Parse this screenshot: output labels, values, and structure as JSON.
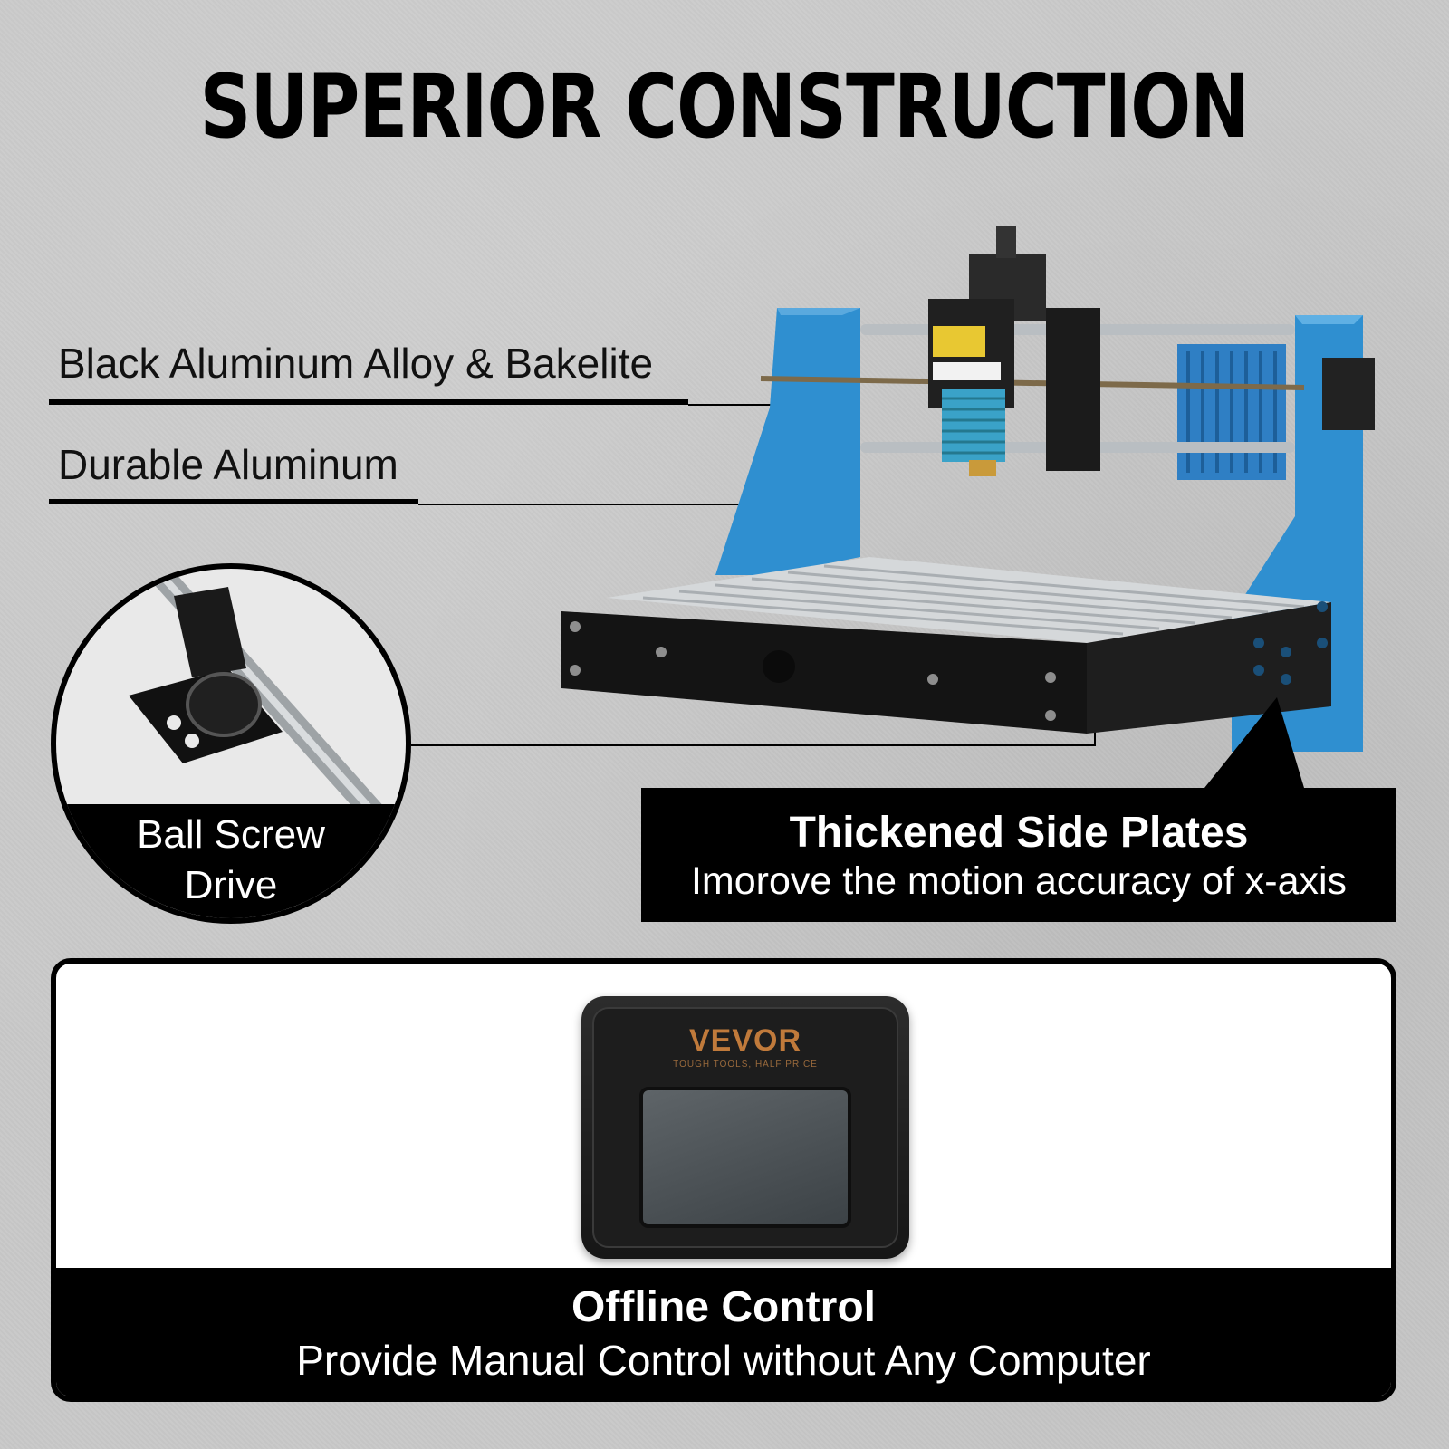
{
  "headline": "SUPERIOR CONSTRUCTION",
  "labels": {
    "alloy": "Black Aluminum Alloy & Bakelite",
    "aluminum": "Durable Aluminum"
  },
  "ball_screw": {
    "line1": "Ball Screw",
    "line2": "Drive"
  },
  "side_plates": {
    "title": "Thickened Side Plates",
    "subtitle": "Imorove the motion accuracy of x-axis"
  },
  "controller": {
    "brand": "VEVOR",
    "tagline": "TOUGH TOOLS, HALF PRICE"
  },
  "offline": {
    "title": "Offline Control",
    "subtitle": "Provide Manual Control without Any Computer"
  },
  "colors": {
    "background": "#c9c9c9",
    "frame_blue": "#2f8fd0",
    "black": "#000000",
    "brand_orange": "#c07a3b"
  }
}
